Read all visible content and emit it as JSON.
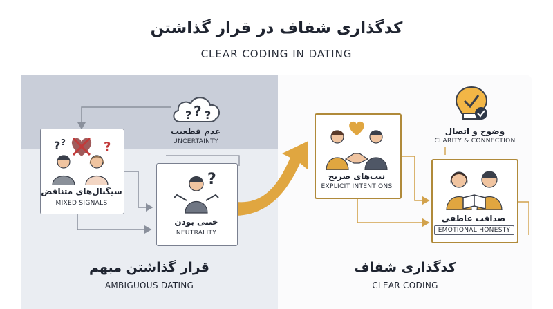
{
  "title": {
    "fa": "کدگذاری شفاف در قرار گذاشتن",
    "en": "CLEAR CODING IN DATING"
  },
  "left": {
    "uncertainty": {
      "fa": "عدم قطعیت",
      "en": "UNCERTAINTY"
    },
    "mixed_signals": {
      "fa": "سیگنال‌های متناقض",
      "en": "MIXED SIGNALS"
    },
    "neutrality": {
      "fa": "خنثی بودن",
      "en": "NEUTRALITY"
    },
    "panel_title": {
      "fa": "قرار گذاشتن مبهم",
      "en": "AMBIGUOUS DATING"
    }
  },
  "right": {
    "explicit": {
      "fa": "نیت‌های صریح",
      "en": "EXPLICIT INTENTIONS"
    },
    "clarity": {
      "fa": "وضوح و اتصال",
      "en": "CLARITY & CONNECTION"
    },
    "honesty": {
      "fa": "صداقت عاطفی",
      "en": "EMOTIONAL HONESTY"
    },
    "panel_title": {
      "fa": "کدگذاری شفاف",
      "en": "CLEAR CODING"
    }
  },
  "colors": {
    "gold": "#e0a640",
    "gold_line": "#d2a24c",
    "gray_line": "#8a909c",
    "skin": "#f0c4a0",
    "dark_hair": "#3a3f4a"
  },
  "icons": [
    "question-cloud-icon",
    "crossed-heart-icon",
    "question-mark-icon",
    "handshake-icon",
    "heart-icon",
    "lightbulb-icon",
    "check-badge-icon",
    "book-icon",
    "arrow-icon"
  ]
}
